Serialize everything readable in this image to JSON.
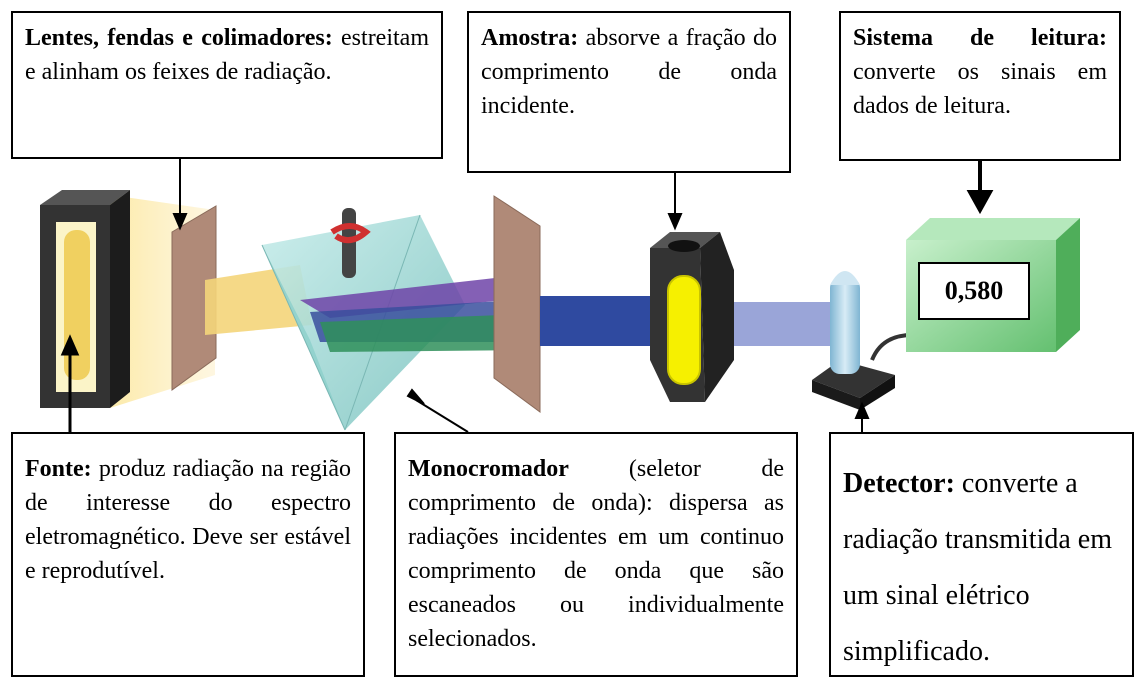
{
  "boxes": {
    "lentes": {
      "title": "Lentes, fendas e colimadores:",
      "text": "estreitam e alinham os feixes de radiação."
    },
    "amostra": {
      "title": "Amostra:",
      "text": "absorve a fração do comprimento de onda incidente."
    },
    "leitura": {
      "title": "Sistema de leitura:",
      "text": "converte os sinais em dados de leitura."
    },
    "fonte": {
      "title": "Fonte:",
      "text": "produz radiação na região de interesse do espectro eletromagnético. Deve ser estável e reprodutível."
    },
    "monocromador": {
      "title": "Monocromador",
      "text": "(seletor de comprimento de onda): dispersa as radiações incidentes em um continuo comprimento de onda que são escaneados ou individualmente selecionados."
    },
    "detector": {
      "title": "Detector:",
      "text": "converte a radiação transmitida em um sinal elétrico simplificado."
    }
  },
  "display_value": "0,580",
  "colors": {
    "source_box": "#2b2b2b",
    "glow": "#fbe9a8",
    "slit": "#b08a78",
    "prism": "#9fd6d3",
    "beam_yellow": "#f4d57a",
    "beam_blue": "#3a4f9e",
    "beam_violet": "#6f44a8",
    "beam_green": "#2f8f5a",
    "sample_tube": "#f6f000",
    "detector_tube": "#a8cfe3",
    "reader_box": "#7fd28a"
  }
}
